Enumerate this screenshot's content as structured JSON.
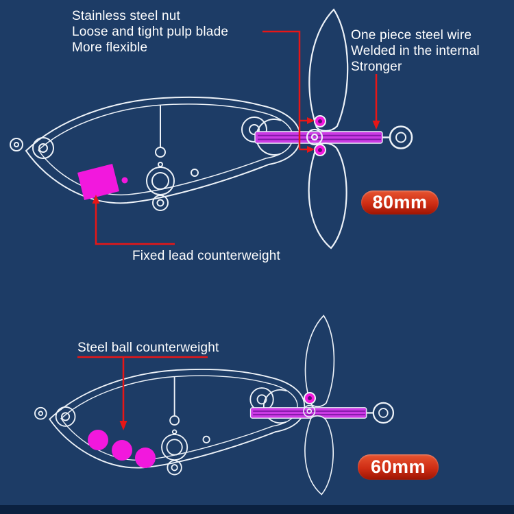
{
  "annotations": {
    "nut": {
      "lines": [
        "Stainless steel nut",
        "Loose and tight pulp blade",
        "More flexible"
      ]
    },
    "wire": {
      "lines": [
        "One piece steel wire",
        "Welded in the internal",
        "Stronger"
      ]
    },
    "lead": {
      "label": "Fixed lead counterweight"
    },
    "ball": {
      "label": "Steel ball counterweight"
    }
  },
  "badges": {
    "top": "80mm",
    "bottom": "60mm"
  },
  "colors": {
    "background": "#1d3c66",
    "footer_strip": "#0b2140",
    "line_art_white": "#edf2f8",
    "annotation_red": "#e81616",
    "badge_red": "#cf2d14",
    "counterweight_magenta": "#f218dd",
    "wire_purple": "#cb3be4"
  }
}
